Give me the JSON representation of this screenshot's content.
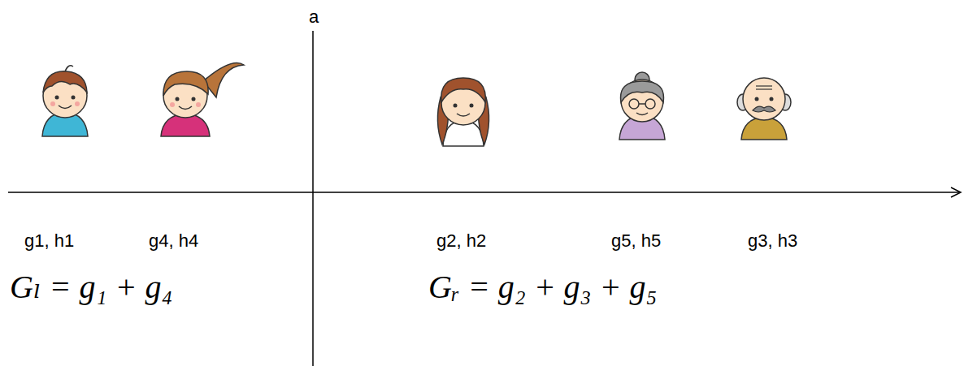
{
  "diagram": {
    "labels": [
      "a",
      "g1, h1",
      "g4, h4",
      "g2, h2",
      "g5, h5",
      "g3, h3",
      "Gₗ = g₁ + g₄",
      "Gᵣ = g₂ + g₃ + g₅"
    ]
  }
}
